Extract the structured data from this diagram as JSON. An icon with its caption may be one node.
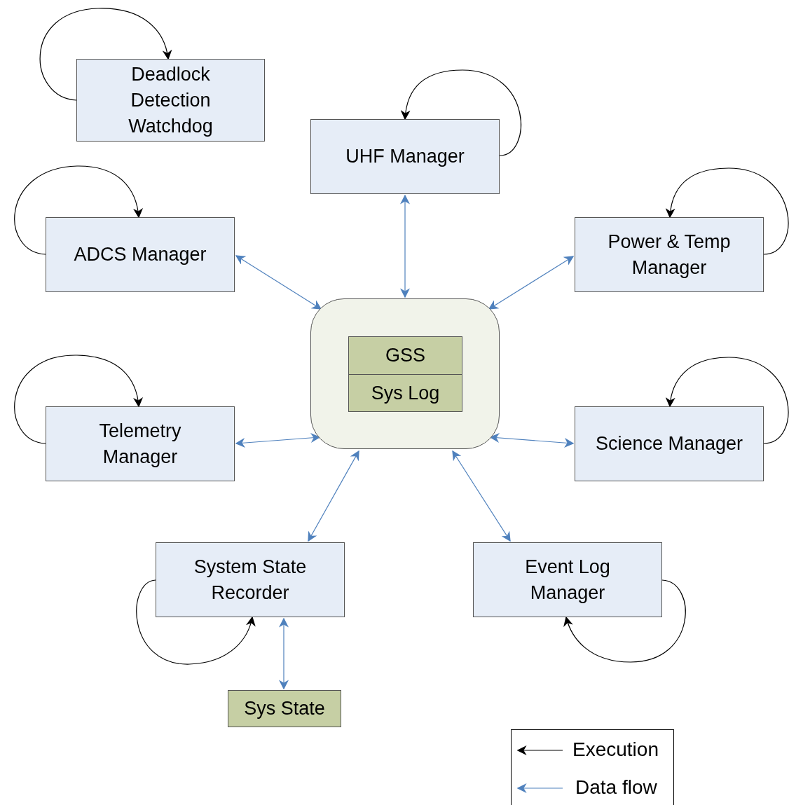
{
  "diagram": {
    "nodes": [
      {
        "text": [
          "Deadlock Detection Watchdog"
        ]
      },
      {
        "text": [
          "UHF Manager"
        ]
      },
      {
        "text": [
          "ADCS Manager"
        ]
      },
      {
        "text": [
          "Power & Temp Manager"
        ]
      },
      {
        "text": [],
        "shape": "box"
      },
      {
        "text": [
          "GSS"
        ],
        "in": 4
      },
      {
        "text": [
          "Sys Log"
        ],
        "in": 4
      },
      {
        "text": [
          "Telemetry Manager"
        ]
      },
      {
        "text": [
          "Science Manager"
        ]
      },
      {
        "text": [
          "System State Recorder"
        ]
      },
      {
        "text": [
          "Event Log Manager"
        ]
      },
      {
        "text": [
          "Sys State"
        ]
      }
    ],
    "edges": [
      {
        "from": 0,
        "to": 0,
        "arrow": "to"
      },
      {
        "from": 1,
        "to": 1,
        "arrow": "to"
      },
      {
        "from": 2,
        "to": 2,
        "arrow": "to"
      },
      {
        "from": 3,
        "to": 3,
        "arrow": "to"
      },
      {
        "from": 7,
        "to": 7,
        "arrow": "to"
      },
      {
        "from": 8,
        "to": 8,
        "arrow": "to"
      },
      {
        "from": 9,
        "to": 9,
        "arrow": "to"
      },
      {
        "from": 10,
        "to": 10,
        "arrow": "to"
      },
      {
        "from": 2,
        "to": 4,
        "arrow": "both",
        "color": "#4f81bd"
      },
      {
        "from": 1,
        "to": 4,
        "arrow": "both",
        "color": "#4f81bd"
      },
      {
        "from": 3,
        "to": 4,
        "arrow": "both",
        "color": "#4f81bd"
      },
      {
        "from": 7,
        "to": 4,
        "arrow": "both",
        "color": "#4f81bd"
      },
      {
        "from": 8,
        "to": 4,
        "arrow": "both",
        "color": "#4f81bd"
      },
      {
        "from": 9,
        "to": 4,
        "arrow": "both",
        "color": "#4f81bd"
      },
      {
        "from": 10,
        "to": 4,
        "arrow": "both",
        "color": "#4f81bd"
      },
      {
        "from": 9,
        "to": 11,
        "arrow": "both",
        "color": "#4f81bd"
      }
    ],
    "legend": [
      {
        "text": "Execution"
      },
      {
        "text": "Data flow"
      }
    ]
  }
}
